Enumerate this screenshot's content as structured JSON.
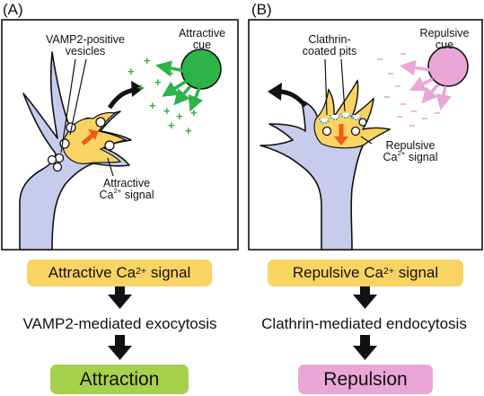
{
  "panels": [
    {
      "letter": "(A)",
      "vesicle_label": [
        "VAMP2-positive",
        "vesicles"
      ],
      "cue_label": [
        "Attractive",
        "cue"
      ],
      "signal_label_prefix": "Attractive",
      "signal_label_ca": "Ca",
      "signal_label_charge": "2+",
      "signal_label_suffix": " signal",
      "cue_glyph": "+"
    },
    {
      "letter": "(B)",
      "pit_label": [
        "Clathrin-",
        "coated pits"
      ],
      "cue_label": [
        "Repulsive",
        "cue"
      ],
      "signal_label_prefix": "Repulsive",
      "signal_label_ca": "Ca",
      "signal_label_charge": "2+",
      "signal_label_suffix": " signal",
      "cue_glyph": "-"
    }
  ],
  "flow": [
    {
      "signal_prefix": "Attractive Ca",
      "signal_charge": "2+",
      "signal_suffix": " signal",
      "mechanism": "VAMP2-mediated exocytosis",
      "outcome": "Attraction"
    },
    {
      "signal_prefix": "Repulsive Ca",
      "signal_charge": "2+",
      "signal_suffix": " signal",
      "mechanism": "Clathrin-mediated endocytosis",
      "outcome": "Repulsion"
    }
  ],
  "colors": {
    "neuron": "#c6cdec",
    "growth_cone_signal": "#f9d462",
    "calcium_arrow": "#f05a1a",
    "attractive_cue": "#2db34a",
    "repulsive_cue": "#e9a6d6",
    "attraction_box": "#a6d14c",
    "repulsion_box": "#e9a6d6",
    "clathrin": "#3a8fd0"
  }
}
